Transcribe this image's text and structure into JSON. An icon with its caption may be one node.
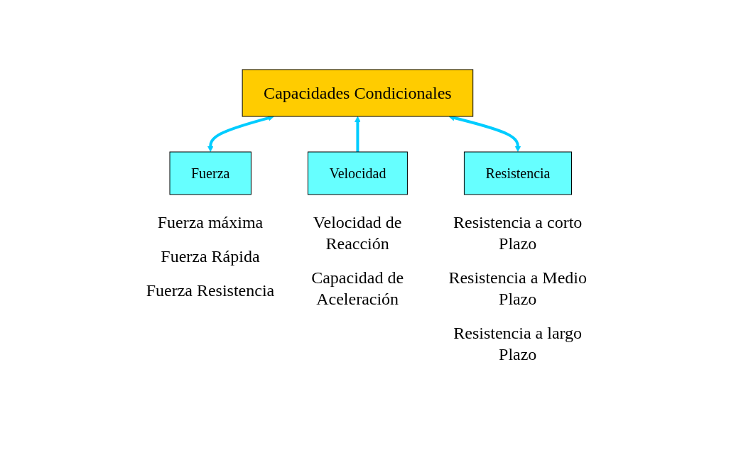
{
  "diagram": {
    "nodes": [
      {
        "text": [
          "Capacidades Condicionales"
        ]
      },
      {
        "text": [
          "Fuerza"
        ],
        "beside": [
          "Fuerza máxima",
          "Fuerza Rápida",
          "Fuerza Resistencia"
        ]
      },
      {
        "text": [
          "Velocidad"
        ],
        "beside": [
          "Velocidad de Reacción",
          "Capacidad de Aceleración"
        ]
      },
      {
        "text": [
          "Resistencia"
        ],
        "beside": [
          "Resistencia a corto Plazo",
          "Resistencia a Medio Plazo",
          "Resistencia a largo Plazo"
        ]
      }
    ],
    "edges": [
      {
        "from": 0,
        "to": 1,
        "arrow": "both"
      },
      {
        "from": 2,
        "to": 0,
        "arrow": "to"
      },
      {
        "from": 0,
        "to": 3,
        "arrow": "both"
      }
    ]
  }
}
